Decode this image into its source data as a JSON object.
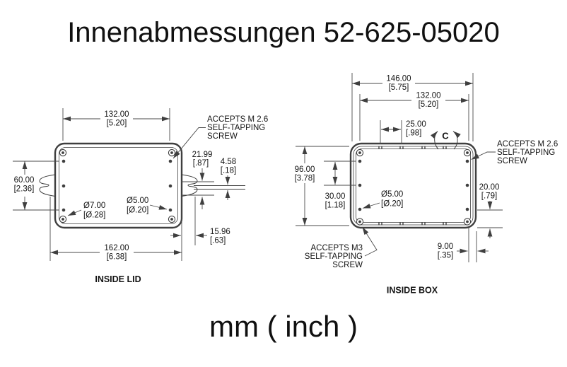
{
  "title": "Innenabmessungen 52-625-05020",
  "units_note": "mm ( inch )",
  "colors": {
    "line": "#3f3f3f",
    "text": "#141414",
    "background": "#ffffff"
  },
  "lid": {
    "view_label": "INSIDE LID",
    "screw_note": [
      "ACCEPTS M 2.6",
      "SELF-TAPPING",
      "SCREW"
    ],
    "dim_width_inner": {
      "mm": "132.00",
      "inch": "[5.20]"
    },
    "dim_width_outer": {
      "mm": "162.00",
      "inch": "[6.38]"
    },
    "dim_height_holes": {
      "mm": "60.00",
      "inch": "[2.36]"
    },
    "dim_tab_span": {
      "mm": "21.99",
      "inch": "[.87]"
    },
    "dim_slot": {
      "mm": "4.58",
      "inch": "[.18]"
    },
    "dim_tab_depth": {
      "mm": "15.96",
      "inch": "[.63]"
    },
    "dim_hole_corner": {
      "mm": "Ø7.00",
      "inch": "[Ø.28]"
    },
    "dim_hole_boss": {
      "mm": "Ø5.00",
      "inch": "[Ø.20]"
    }
  },
  "box": {
    "view_label": "INSIDE BOX",
    "section_marker": "C",
    "screw_note_m26": [
      "ACCEPTS M 2.6",
      "SELF-TAPPING",
      "SCREW"
    ],
    "screw_note_m3": [
      "ACCEPTS M3",
      "SELF-TAPPING",
      "SCREW"
    ],
    "dim_width_outer": {
      "mm": "146.00",
      "inch": "[5.75]"
    },
    "dim_width_holes": {
      "mm": "132.00",
      "inch": "[5.20]"
    },
    "dim_hole_pitch_top": {
      "mm": "25.00",
      "inch": "[.98]"
    },
    "dim_height_inner": {
      "mm": "96.00",
      "inch": "[3.78]"
    },
    "dim_hole_pitch_side": {
      "mm": "30.00",
      "inch": "[1.18]"
    },
    "dim_hole_boss": {
      "mm": "Ø5.00",
      "inch": "[Ø.20]"
    },
    "dim_hole_bottom": {
      "mm": "20.00",
      "inch": "[.79]"
    },
    "dim_edge_offset": {
      "mm": "9.00",
      "inch": "[.35]"
    }
  }
}
